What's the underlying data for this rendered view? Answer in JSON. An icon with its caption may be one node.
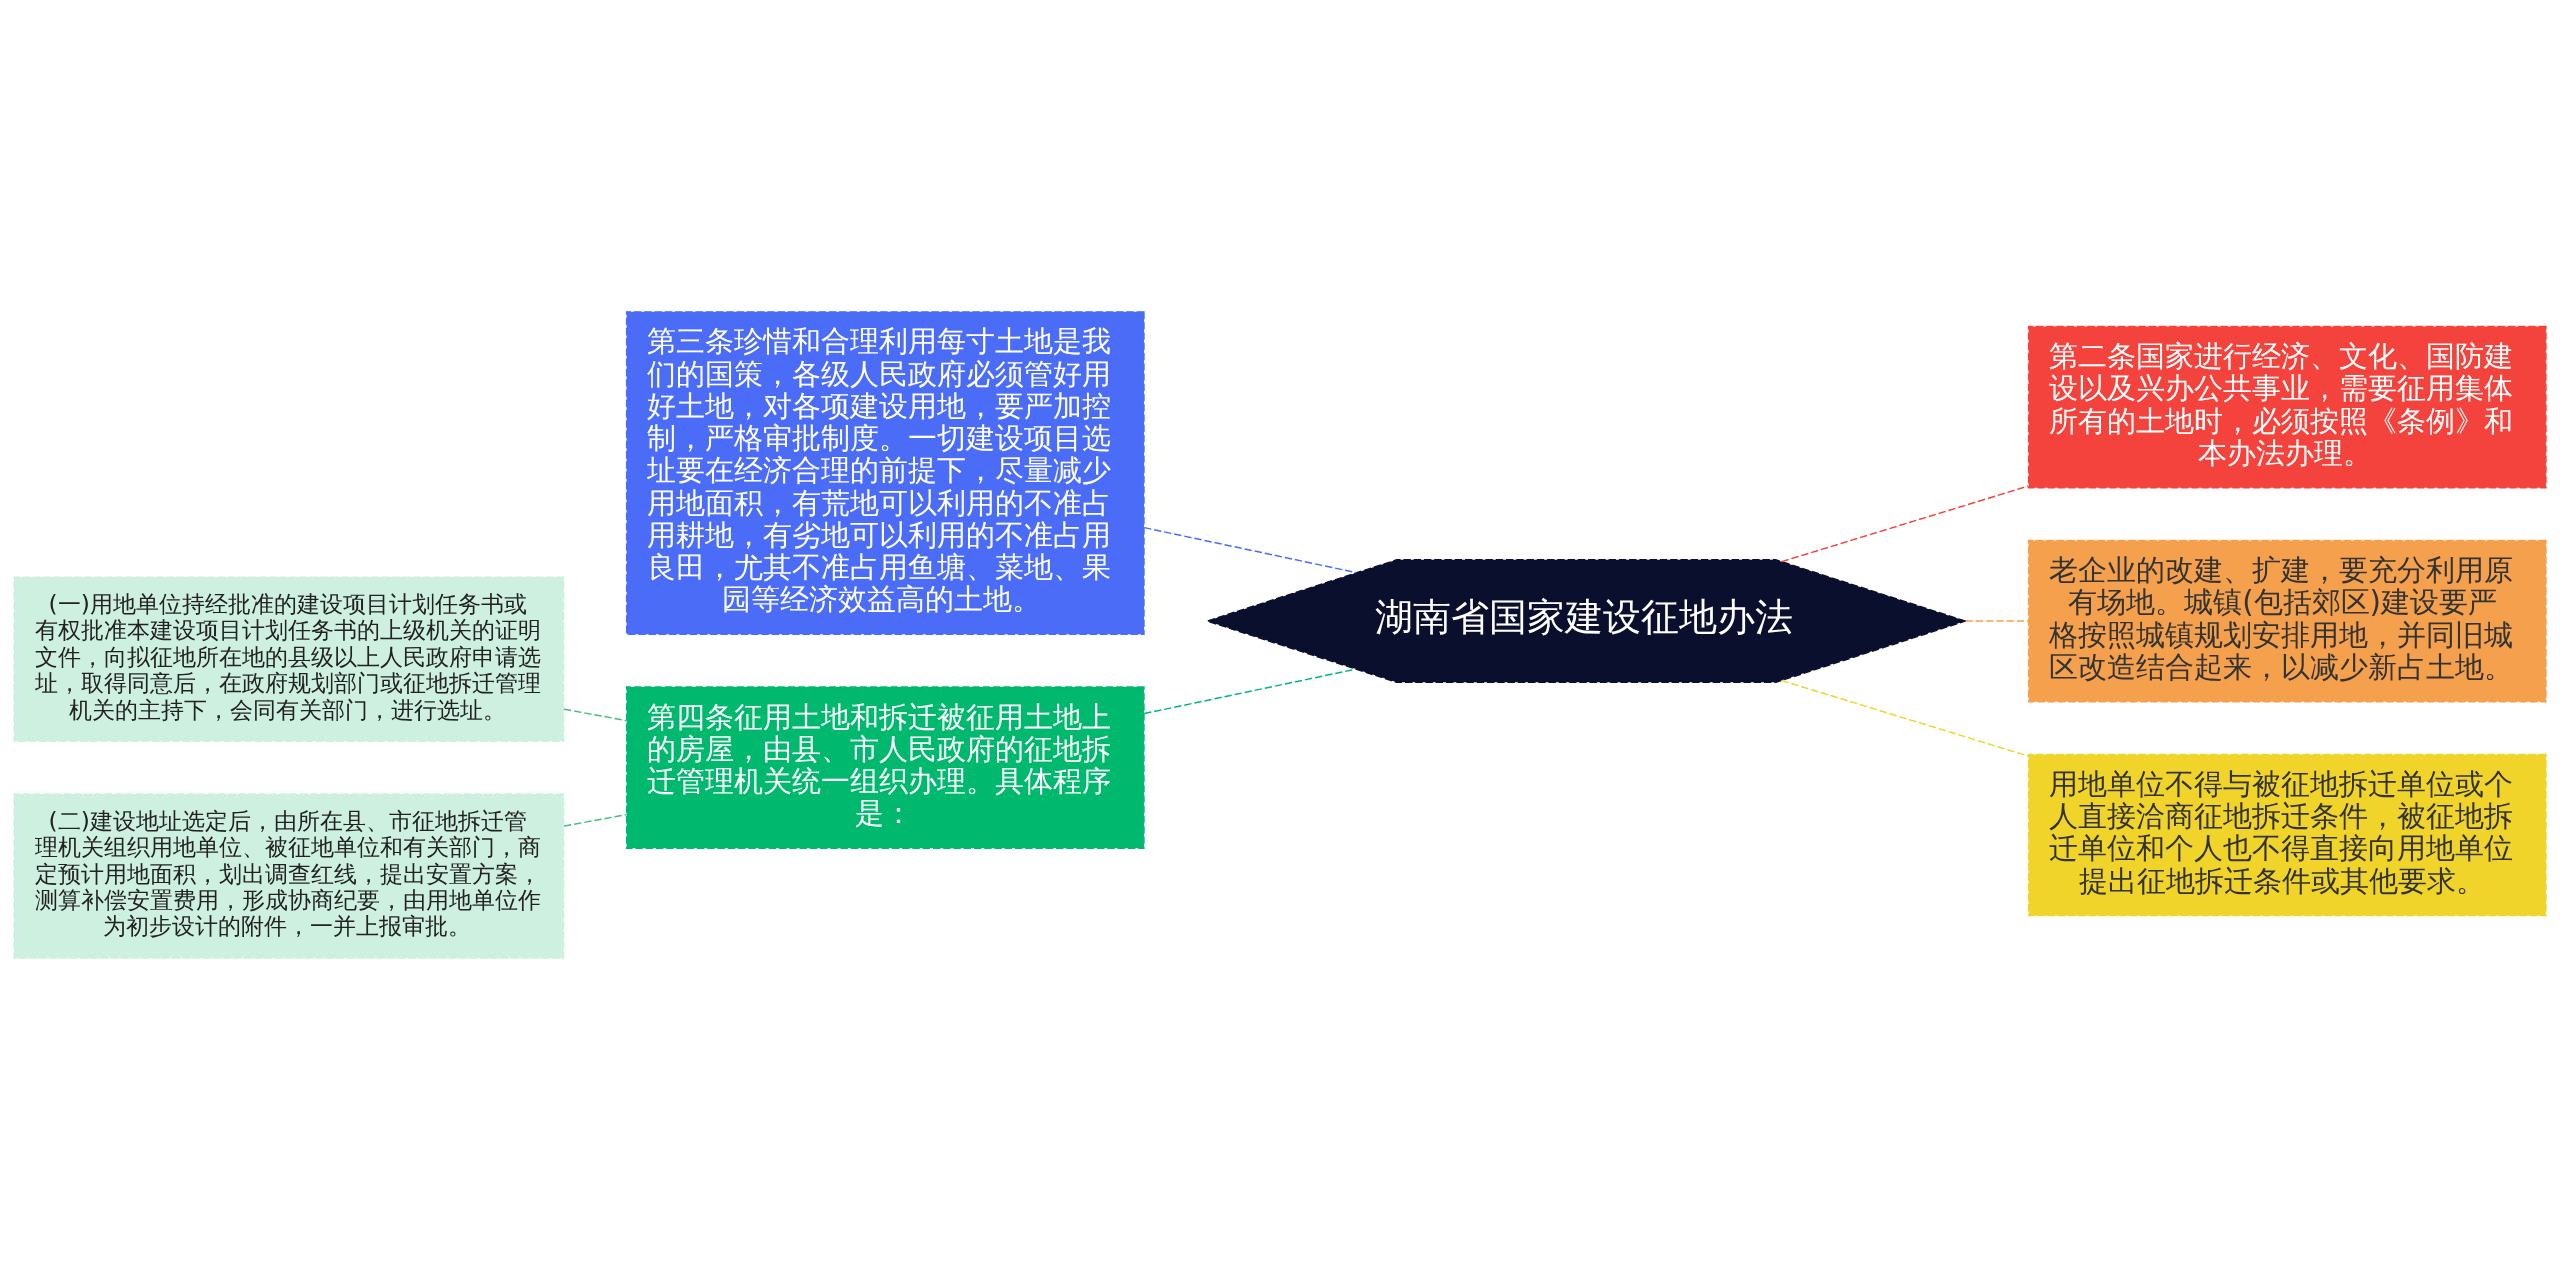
{
  "diagram": {
    "nodes": [
      {
        "text": [
          "湖南省国家建设征地办法"
        ]
      },
      {
        "text": [
          "第三条珍惜和合理利用每寸土地是我们的国策，各级人民政府必须管好用好土地，对各项建设用地，要严加控制，严格审批制度。一切建设项目选址要在经济合理的前提下，尽量减少用地面积，有荒地可以利用的不准占用耕地，有劣地可以利用的不准占用良田，尤其不准占用鱼塘、菜地、果园等经济效益高的土地。"
        ]
      },
      {
        "text": [
          "第四条征用土地和拆迁被征用土地上的房屋，由县、市人民政府的征地拆迁管理机关统一组织办理。具体程序是："
        ]
      },
      {
        "text": [
          "(一)用地单位持经批准的建设项目计划任务书或有权批准本建设项目计划任务书的上级机关的证明文件，向拟征地所在地的县级以上人民政府申请选址，取得同意后，在政府规划部门或征地拆迁管理机关的主持下，会同有关部门，进行选址。"
        ]
      },
      {
        "text": [
          "(二)建设地址选定后，由所在县、市征地拆迁管理机关组织用地单位、被征地单位和有关部门，商定预计用地面积，划出调查红线，提出安置方案，测算补偿安置费用，形成协商纪要，由用地单位作为初步设计的附件，一并上报审批。"
        ]
      },
      {
        "text": [
          "第二条国家进行经济、文化、国防建设以及兴办公共事业，需要征用集体所有的土地时，必须按照《条例》和本办法办理。"
        ]
      },
      {
        "text": [
          "老企业的改建、扩建，要充分利用原有场地。城镇(包括郊区)建设要严格按照城镇规划安排用地，并同旧城区改造结合起来，以减少新占土地。"
        ]
      },
      {
        "text": [
          "用地单位不得与被征地拆迁单位或个人直接洽商征地拆迁条件，被征地拆迁单位和个人也不得直接向用地单位提出征地拆迁条件或其他要求。"
        ]
      }
    ],
    "edges": [
      {
        "from": 0,
        "to": 1,
        "arrow": "none",
        "style": "dashed",
        "color": "#4a6cf7"
      },
      {
        "from": 0,
        "to": 2,
        "arrow": "none",
        "style": "dashed",
        "color": "#00b96f"
      },
      {
        "from": 2,
        "to": 3,
        "arrow": "none",
        "style": "dashed",
        "color": "#3fbf80"
      },
      {
        "from": 2,
        "to": 4,
        "arrow": "none",
        "style": "dashed",
        "color": "#3fbf80"
      },
      {
        "from": 0,
        "to": 5,
        "arrow": "none",
        "style": "dashed",
        "color": "#f4433c"
      },
      {
        "from": 0,
        "to": 6,
        "arrow": "none",
        "style": "dashed",
        "color": "#f5a04c"
      },
      {
        "from": 0,
        "to": 7,
        "arrow": "none",
        "style": "dashed",
        "color": "#f1d42a"
      }
    ]
  }
}
